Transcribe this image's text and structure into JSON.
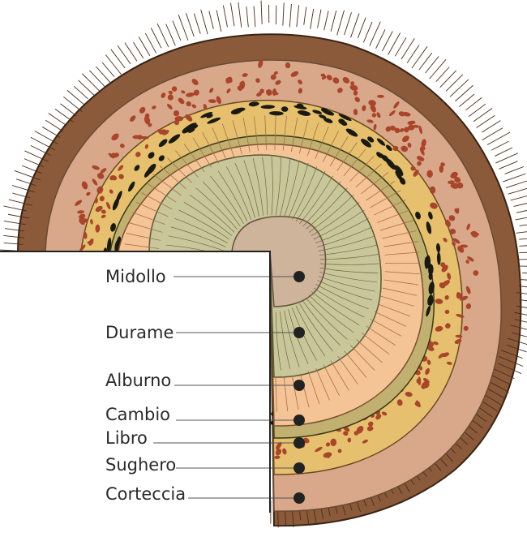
{
  "labels": [
    {
      "id": "midollo",
      "text": "Midollo"
    },
    {
      "id": "durame",
      "text": "Durame"
    },
    {
      "id": "alburno",
      "text": "Alburno"
    },
    {
      "id": "cambio",
      "text": "Cambio"
    },
    {
      "id": "libro",
      "text": "Libro"
    },
    {
      "id": "sughero",
      "text": "Sughero"
    },
    {
      "id": "corteccia",
      "text": "Corteccia"
    }
  ],
  "colors": {
    "bark": "#8a5a3a",
    "bark_hatch": "#4a2c1a",
    "cork": "#d9a88a",
    "phloem": "#e6c06e",
    "phloem_spots": "#a8452a",
    "cambium": "#c2b070",
    "cambium_spots": "#1a1a10",
    "sapwood": "#f5c496",
    "heartwood": "#c9c79a",
    "pith": "#cdb49a",
    "dot": "#222222",
    "line": "#555555"
  }
}
